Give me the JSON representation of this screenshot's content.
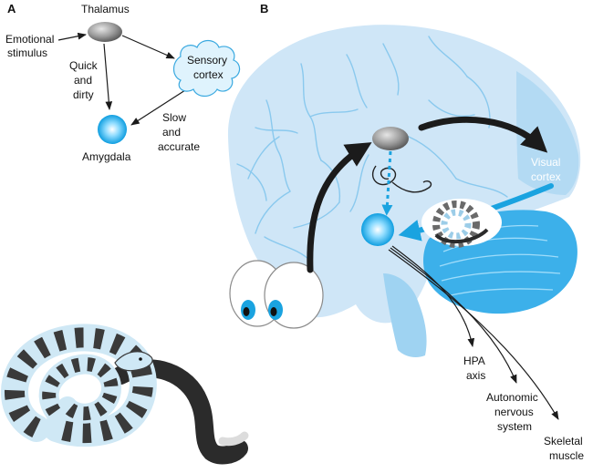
{
  "panels": {
    "a": "A",
    "b": "B"
  },
  "panel_a": {
    "emotional_stimulus": [
      "Emotional",
      "stimulus"
    ],
    "thalamus": "Thalamus",
    "quick_dirty": [
      "Quick",
      "and",
      "dirty"
    ],
    "sensory_cortex": [
      "Sensory",
      "cortex"
    ],
    "slow_accurate": [
      "Slow",
      "and",
      "accurate"
    ],
    "amygdala": "Amygdala"
  },
  "panel_b": {
    "visual_cortex": [
      "Visual",
      "cortex"
    ],
    "hpa_axis": [
      "HPA",
      "axis"
    ],
    "autonomic": [
      "Autonomic",
      "nervous",
      "system"
    ],
    "skeletal": [
      "Skeletal",
      "muscle"
    ]
  },
  "colors": {
    "brain": "#cfe6f7",
    "brain_deep": "#b7dbf3",
    "vessel": "#7fc4ec",
    "amygdala": "#17a9e6",
    "accent": "#1aa3e0",
    "thalamus": "#8e8e8e",
    "cerebellum": "#2aa8e6",
    "arrow_dark": "#1b1b1b",
    "snake_dark": "#2b2b2b",
    "snake_light": "#cfe8f5"
  }
}
